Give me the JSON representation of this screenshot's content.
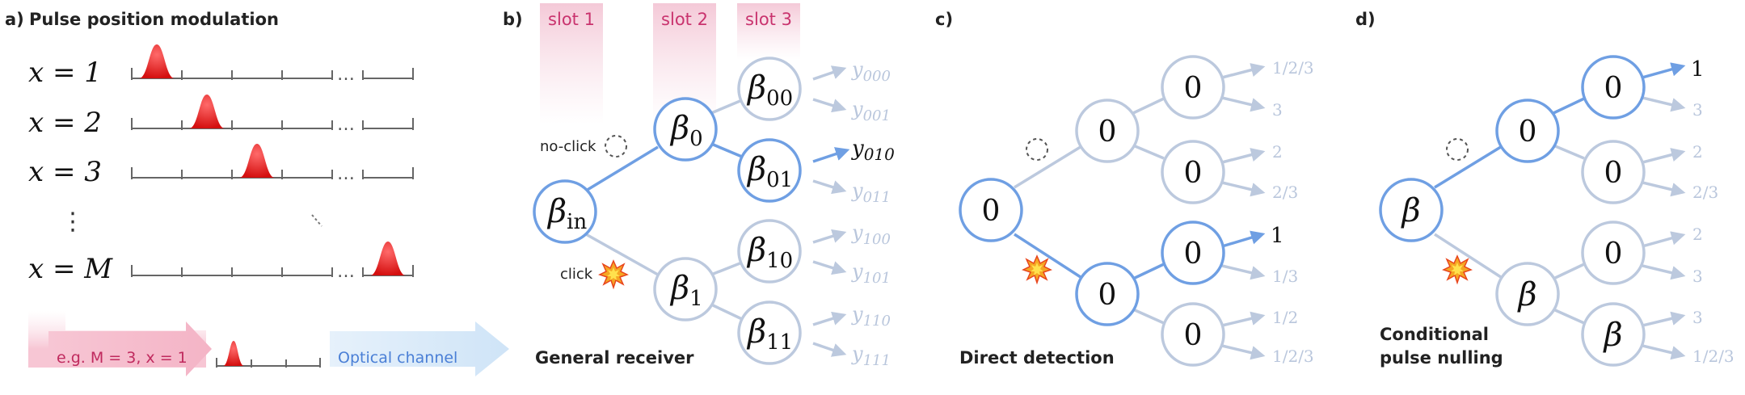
{
  "panel_a": {
    "label": "a)",
    "title": "Pulse position modulation",
    "rows": [
      {
        "text": "x = 1",
        "pulse_slot": 0
      },
      {
        "text": "x = 2",
        "pulse_slot": 1
      },
      {
        "text": "x = 3",
        "pulse_slot": 2
      },
      {
        "text": "x = M",
        "pulse_slot": "last"
      }
    ],
    "vdots": "⋮",
    "ellipsis": "…",
    "example": "e.g. M = 3, x = 1",
    "channel": "Optical channel"
  },
  "panel_b": {
    "label": "b)",
    "slots": [
      "slot 1",
      "slot 2",
      "slot 3"
    ],
    "no_click": "no-click",
    "click": "click",
    "caption": "General receiver",
    "nodes": {
      "root": "βin",
      "n0": "β0",
      "n1": "β1",
      "n00": "β00",
      "n01": "β01",
      "n10": "β10",
      "n11": "β11"
    },
    "outputs": [
      "y000",
      "y001",
      "y010",
      "y011",
      "y100",
      "y101",
      "y110",
      "y111"
    ],
    "highlighted_output": "y010"
  },
  "panel_c": {
    "label": "c)",
    "caption": "Direct detection",
    "node_value": "0",
    "outputs": [
      "1/2/3",
      "3",
      "2",
      "2/3",
      "1",
      "1/3",
      "1/2",
      "1/2/3"
    ],
    "highlighted_output": "1"
  },
  "panel_d": {
    "label": "d)",
    "caption_line1": "Conditional",
    "caption_line2": "pulse nulling",
    "root": "β",
    "n0": "0",
    "n1": "β",
    "n00": "0",
    "n01": "0",
    "n10": "0",
    "n11": "β",
    "outputs": [
      "1",
      "3",
      "2",
      "2/3",
      "2",
      "3",
      "3",
      "1/2/3"
    ],
    "highlighted_output": "1"
  },
  "colors": {
    "accent_blue": "#6f9fe3",
    "faint_blue": "#bcc9de",
    "pulse_red": "#e02020",
    "slot_pink": "#c9336e"
  }
}
